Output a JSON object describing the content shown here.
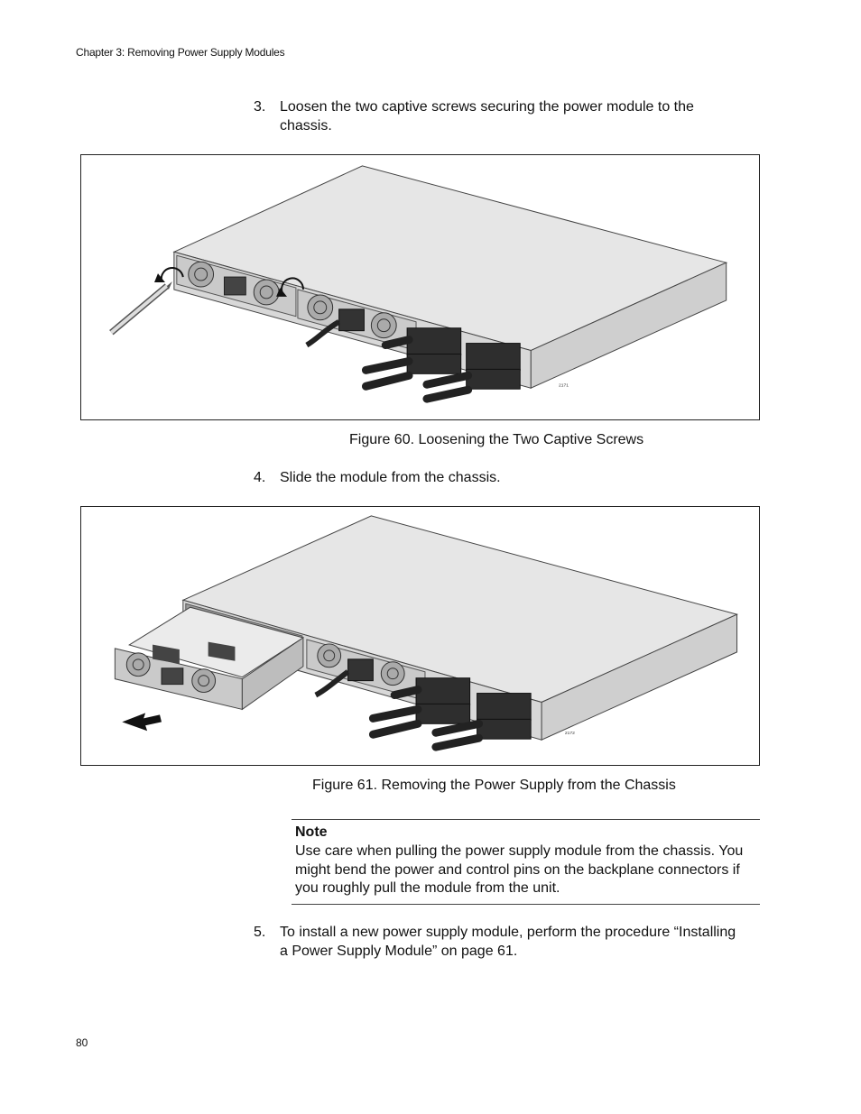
{
  "header": {
    "chapter": "Chapter 3: Removing Power Supply Modules"
  },
  "steps": [
    {
      "num": "3.",
      "text": "Loosen the two captive screws securing the power module to the chassis."
    },
    {
      "num": "4.",
      "text": "Slide the module from the chassis."
    },
    {
      "num": "5.",
      "text": "To install a new power supply module, perform the procedure “Installing a Power Supply Module” on page 61."
    }
  ],
  "figures": [
    {
      "caption": "Figure 60. Loosening the Two Captive Screws",
      "art_id": "2171"
    },
    {
      "caption": "Figure 61. Removing the Power Supply from the Chassis",
      "art_id": "2172"
    }
  ],
  "note": {
    "title": "Note",
    "body": "Use care when pulling the power supply module from the chassis. You might bend the power and control pins on the backplane connectors if you roughly pull the module from the unit."
  },
  "footer": {
    "page_number": "80"
  }
}
